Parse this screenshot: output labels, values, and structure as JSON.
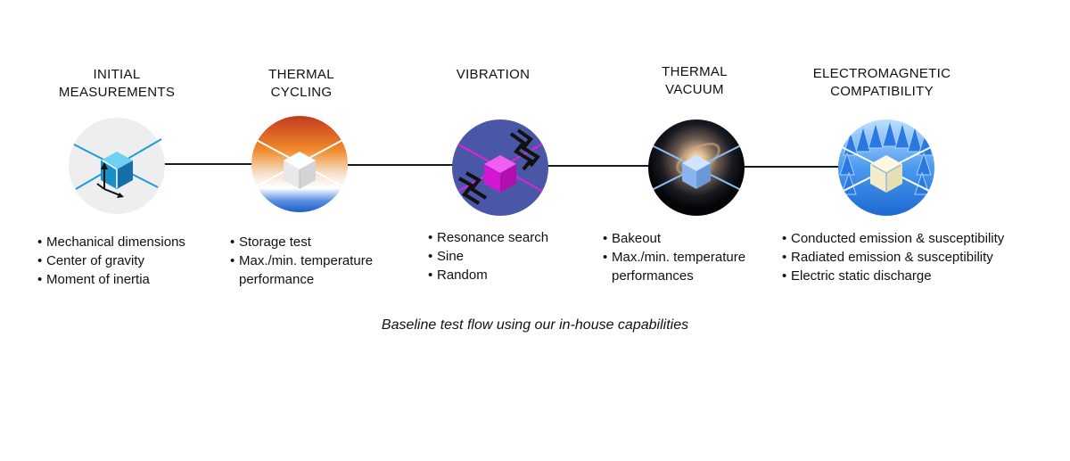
{
  "stages": [
    {
      "title": [
        "INITIAL",
        "MEASUREMENTS"
      ],
      "icon": "measurement-cube-icon",
      "bullets": [
        [
          "Mechanical dimensions"
        ],
        [
          "Center of gravity"
        ],
        [
          "Moment of inertia"
        ]
      ]
    },
    {
      "title": [
        "THERMAL",
        "CYCLING"
      ],
      "icon": "thermal-cycling-cube-icon",
      "bullets": [
        [
          "Storage test"
        ],
        [
          "Max./min. temperature",
          "performance"
        ]
      ]
    },
    {
      "title": [
        "VIBRATION"
      ],
      "icon": "vibration-cube-icon",
      "bullets": [
        [
          "Resonance search"
        ],
        [
          "Sine"
        ],
        [
          "Random"
        ]
      ]
    },
    {
      "title": [
        "THERMAL",
        "VACUUM"
      ],
      "icon": "thermal-vacuum-cube-icon",
      "bullets": [
        [
          "Bakeout"
        ],
        [
          "Max./min. temperature",
          "performances"
        ]
      ]
    },
    {
      "title": [
        "ELECTROMAGNETIC",
        "COMPATIBILITY"
      ],
      "icon": "emc-chamber-cube-icon",
      "bullets": [
        [
          "Conducted emission & susceptibility"
        ],
        [
          "Radiated emission & susceptibility"
        ],
        [
          "Electric static discharge"
        ]
      ]
    }
  ],
  "caption": "Baseline test flow using our in-house capabilities",
  "colors": {
    "connector": "#1a1a1a",
    "cube_blue": "#1e9bd7",
    "vibration_bg": "#4a56a6",
    "vibration_cube": "#e020e0",
    "thermal_hot": "#d2421a",
    "thermal_cold": "#1f5fc8",
    "emc_blue": "#2f80e6"
  }
}
